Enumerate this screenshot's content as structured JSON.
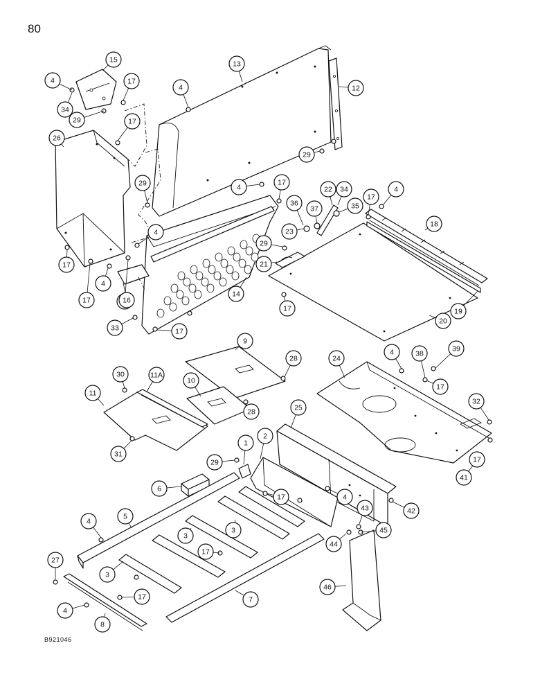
{
  "page": {
    "number": "80",
    "ref_code": "B921046"
  },
  "callouts": [
    {
      "id": "c4a",
      "label": "4"
    },
    {
      "id": "c34a",
      "label": "34"
    },
    {
      "id": "c15",
      "label": "15"
    },
    {
      "id": "c29a",
      "label": "29"
    },
    {
      "id": "c17a",
      "label": "17"
    },
    {
      "id": "c13",
      "label": "13"
    },
    {
      "id": "c4b",
      "label": "4"
    },
    {
      "id": "c12",
      "label": "12"
    },
    {
      "id": "c26",
      "label": "26"
    },
    {
      "id": "c17b",
      "label": "17"
    },
    {
      "id": "c17c",
      "label": "17"
    },
    {
      "id": "c29b",
      "label": "29"
    },
    {
      "id": "c29c",
      "label": "29"
    },
    {
      "id": "c4c",
      "label": "4"
    },
    {
      "id": "c17d",
      "label": "17"
    },
    {
      "id": "c22",
      "label": "22"
    },
    {
      "id": "c34b",
      "label": "34"
    },
    {
      "id": "c17e",
      "label": "17"
    },
    {
      "id": "c4d",
      "label": "4"
    },
    {
      "id": "c36",
      "label": "36"
    },
    {
      "id": "c37",
      "label": "37"
    },
    {
      "id": "c35",
      "label": "35"
    },
    {
      "id": "c23",
      "label": "23"
    },
    {
      "id": "c18",
      "label": "18"
    },
    {
      "id": "c4e",
      "label": "4"
    },
    {
      "id": "c29d",
      "label": "29"
    },
    {
      "id": "c21",
      "label": "21"
    },
    {
      "id": "c17f",
      "label": "17"
    },
    {
      "id": "c4f",
      "label": "4"
    },
    {
      "id": "c17g",
      "label": "17"
    },
    {
      "id": "c16",
      "label": "16"
    },
    {
      "id": "c14",
      "label": "14"
    },
    {
      "id": "c17h",
      "label": "17"
    },
    {
      "id": "c19",
      "label": "19"
    },
    {
      "id": "c20",
      "label": "20"
    },
    {
      "id": "c33",
      "label": "33"
    },
    {
      "id": "c17i",
      "label": "17"
    },
    {
      "id": "c9",
      "label": "9"
    },
    {
      "id": "c28a",
      "label": "28"
    },
    {
      "id": "c24",
      "label": "24"
    },
    {
      "id": "c4g",
      "label": "4"
    },
    {
      "id": "c38",
      "label": "38"
    },
    {
      "id": "c39",
      "label": "39"
    },
    {
      "id": "c17j",
      "label": "17"
    },
    {
      "id": "c30",
      "label": "30"
    },
    {
      "id": "c11a",
      "label": "11A"
    },
    {
      "id": "c10",
      "label": "10"
    },
    {
      "id": "c11",
      "label": "11"
    },
    {
      "id": "c28b",
      "label": "28"
    },
    {
      "id": "c25",
      "label": "25"
    },
    {
      "id": "c32",
      "label": "32"
    },
    {
      "id": "c31",
      "label": "31"
    },
    {
      "id": "c1",
      "label": "1"
    },
    {
      "id": "c2",
      "label": "2"
    },
    {
      "id": "c29e",
      "label": "29"
    },
    {
      "id": "c17k",
      "label": "17"
    },
    {
      "id": "c41",
      "label": "41"
    },
    {
      "id": "c6",
      "label": "6"
    },
    {
      "id": "c17l",
      "label": "17"
    },
    {
      "id": "c4h",
      "label": "4"
    },
    {
      "id": "c42",
      "label": "42"
    },
    {
      "id": "c43",
      "label": "43"
    },
    {
      "id": "c4i",
      "label": "4"
    },
    {
      "id": "c5",
      "label": "5"
    },
    {
      "id": "c3a",
      "label": "3"
    },
    {
      "id": "c3b",
      "label": "3"
    },
    {
      "id": "c45",
      "label": "45"
    },
    {
      "id": "c44",
      "label": "44"
    },
    {
      "id": "c17m",
      "label": "17"
    },
    {
      "id": "c3c",
      "label": "3"
    },
    {
      "id": "c27",
      "label": "27"
    },
    {
      "id": "c46",
      "label": "46"
    },
    {
      "id": "c17n",
      "label": "17"
    },
    {
      "id": "c7",
      "label": "7"
    },
    {
      "id": "c4j",
      "label": "4"
    },
    {
      "id": "c8",
      "label": "8"
    }
  ]
}
